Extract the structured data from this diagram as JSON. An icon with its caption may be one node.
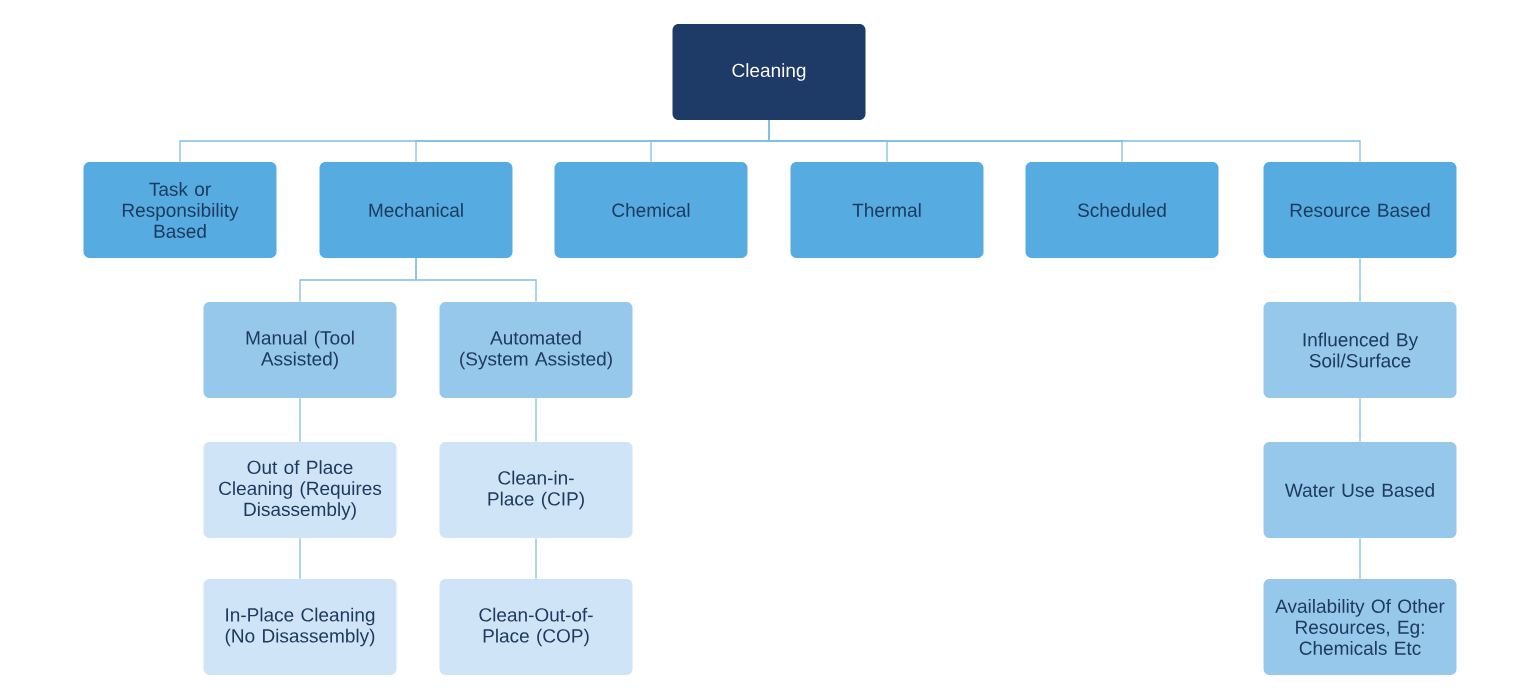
{
  "diagram": {
    "nodes": [
      {
        "text": [
          "Cleaning"
        ]
      },
      {
        "text": [
          "Task or Responsibility Based"
        ]
      },
      {
        "text": [
          "Mechanical"
        ]
      },
      {
        "text": [
          "Chemical"
        ]
      },
      {
        "text": [
          "Thermal"
        ]
      },
      {
        "text": [
          "Scheduled"
        ]
      },
      {
        "text": [
          "Resource Based"
        ]
      },
      {
        "text": [
          "Manual (Tool Assisted)"
        ]
      },
      {
        "text": [
          "Automated (System Assisted)"
        ]
      },
      {
        "text": [
          "Out of Place Cleaning (Requires Disassembly)"
        ]
      },
      {
        "text": [
          "Clean-in-Place (CIP)"
        ]
      },
      {
        "text": [
          "In-Place Cleaning (No Disassembly)"
        ]
      },
      {
        "text": [
          "Clean-Out-of-Place (COP)"
        ]
      },
      {
        "text": [
          "Influenced By Soil/Surface"
        ]
      },
      {
        "text": [
          "Water Use Based"
        ]
      },
      {
        "text": [
          "Availability Of Other Resources, Eg: Chemicals Etc"
        ]
      }
    ],
    "edges": [
      {
        "from": 0,
        "to": 1,
        "arrow": "none"
      },
      {
        "from": 0,
        "to": 2,
        "arrow": "none"
      },
      {
        "from": 0,
        "to": 3,
        "arrow": "none"
      },
      {
        "from": 0,
        "to": 4,
        "arrow": "none"
      },
      {
        "from": 0,
        "to": 5,
        "arrow": "none"
      },
      {
        "from": 0,
        "to": 6,
        "arrow": "none"
      },
      {
        "from": 2,
        "to": 7,
        "arrow": "none"
      },
      {
        "from": 2,
        "to": 8,
        "arrow": "none"
      },
      {
        "from": 7,
        "to": 9,
        "arrow": "none"
      },
      {
        "from": 9,
        "to": 11,
        "arrow": "none"
      },
      {
        "from": 8,
        "to": 10,
        "arrow": "none"
      },
      {
        "from": 10,
        "to": 12,
        "arrow": "none"
      },
      {
        "from": 6,
        "to": 13,
        "arrow": "none"
      },
      {
        "from": 13,
        "to": 14,
        "arrow": "none"
      },
      {
        "from": 14,
        "to": 15,
        "arrow": "none"
      }
    ]
  }
}
